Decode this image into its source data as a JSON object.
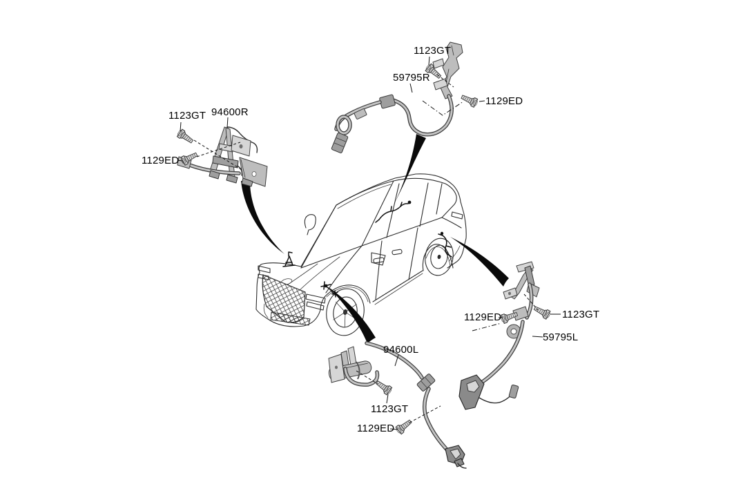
{
  "diagram": {
    "kind": "exploded-parts-diagram",
    "colors": {
      "background": "#ffffff",
      "line_art": "#2b2b2b",
      "part_fill": "#b5b5b5",
      "arrow": "#0a0a0a",
      "label_text": "#000000"
    },
    "clusters": {
      "top": {
        "part_number": "59795R",
        "bolt_a": "1123GT",
        "bolt_b": "1129ED"
      },
      "left": {
        "part_number": "94600R",
        "bolt_a": "1123GT",
        "bolt_b": "1129ED"
      },
      "bottom": {
        "part_number": "94600L",
        "bolt_a": "1123GT",
        "bolt_b": "1129ED"
      },
      "right": {
        "part_number": "59795L",
        "bolt_a": "1123GT",
        "bolt_b": "1129ED"
      }
    }
  }
}
